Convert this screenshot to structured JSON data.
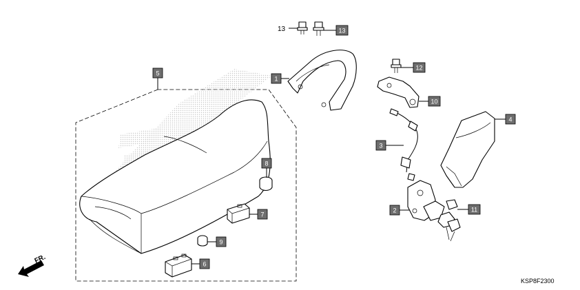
{
  "diagram": {
    "code": "KSP8F2300",
    "front_marker": "FR.",
    "callouts": {
      "c1": "1",
      "c2": "2",
      "c3": "3",
      "c4": "4",
      "c5": "5",
      "c6": "6",
      "c7": "7",
      "c8": "8",
      "c9": "9",
      "c10": "10",
      "c11": "11",
      "c12": "12",
      "c13_boxed": "13",
      "c13_plain": "13"
    },
    "colors": {
      "callout_box": "#6e6e6e",
      "logo_dots": "#c8c8c8",
      "line": "#000000"
    }
  }
}
